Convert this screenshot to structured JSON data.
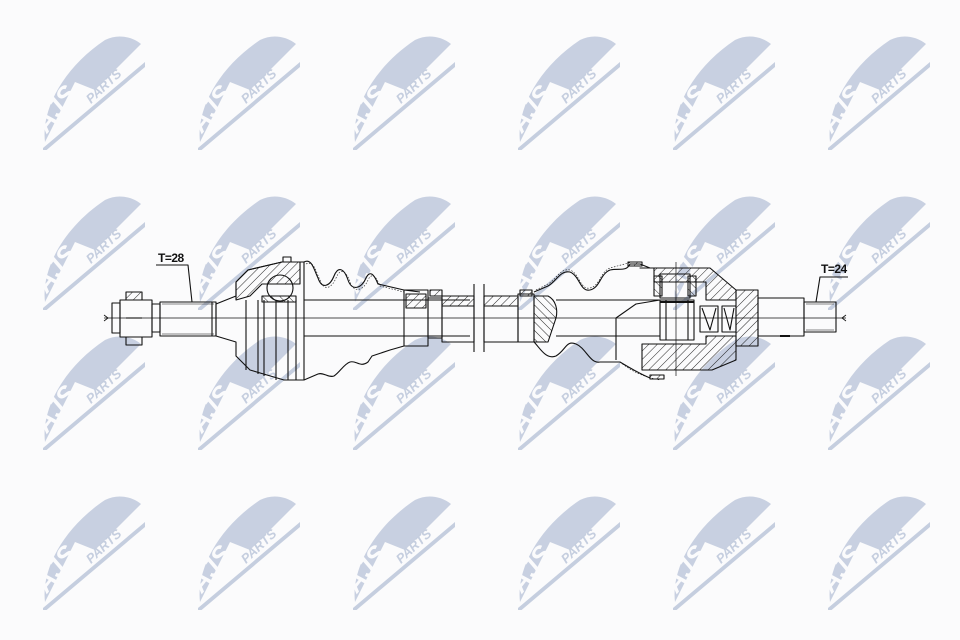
{
  "image": {
    "type": "technical-drawing",
    "subject": "drive shaft (CV axle) cross-section",
    "background_color": "#fbfbfc",
    "line_color": "#111111"
  },
  "watermark": {
    "text_main": "AJS",
    "text_sub": "PARTS",
    "color": "#c5cedf",
    "columns_x": [
      35,
      190,
      345,
      510,
      665,
      820
    ],
    "rows_y": [
      30,
      190,
      330,
      490
    ]
  },
  "annotations": {
    "left_spline": "T=28",
    "right_spline": "T=24"
  },
  "parts": {
    "outer_joint": "outer CV joint (wheel side)",
    "outer_boot": "outer boot",
    "shaft": "intermediate shaft",
    "damper": "damper ring",
    "inner_boot": "inner boot",
    "inner_joint": "inner tripod joint (gearbox side)"
  }
}
